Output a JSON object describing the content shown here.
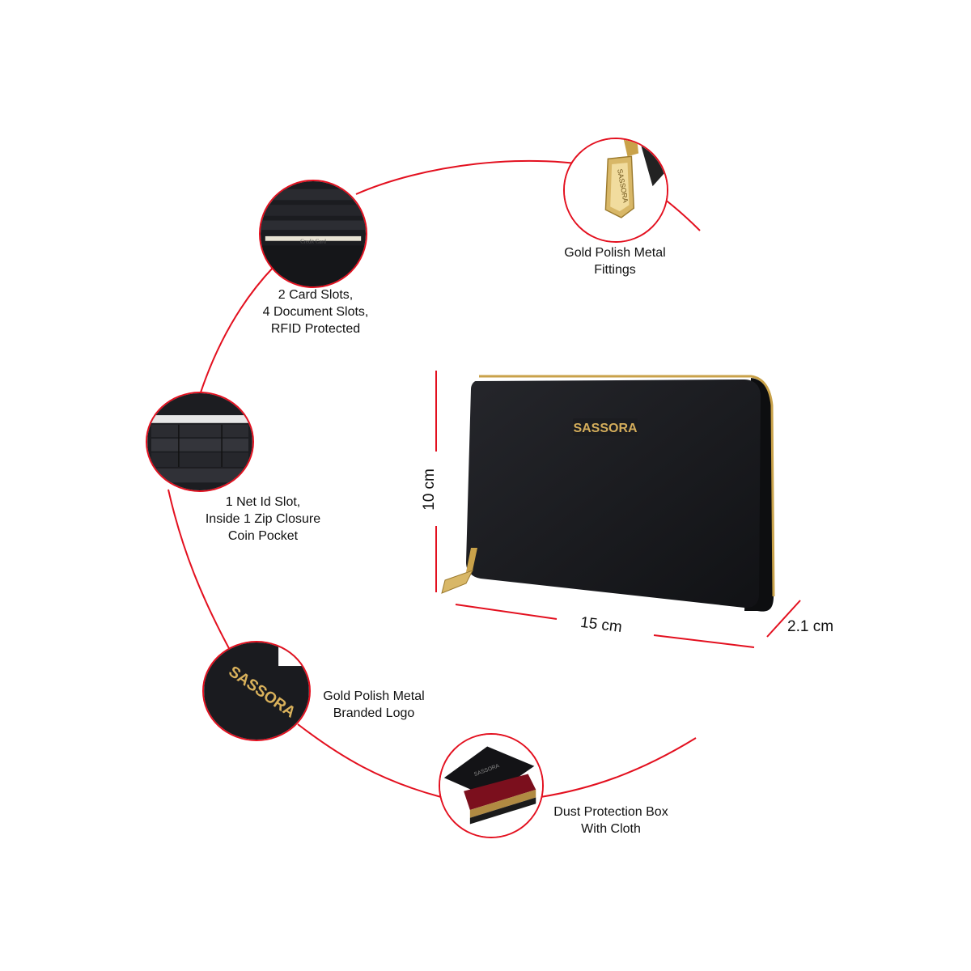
{
  "features": {
    "fittings": {
      "lines": [
        "Gold Polish Metal",
        "Fittings"
      ],
      "icon": "zipper-pull-icon"
    },
    "card_slots": {
      "lines": [
        "2 Card Slots,",
        "4 Document Slots,",
        "RFID Protected"
      ],
      "icon": "card-slots-icon",
      "card_text": "Credit Card"
    },
    "id_slot": {
      "lines": [
        "1 Net Id Slot,",
        "Inside 1 Zip Closure",
        "Coin Pocket"
      ],
      "icon": "wallet-interior-icon"
    },
    "logo": {
      "lines": [
        "Gold Polish Metal",
        "Branded Logo"
      ],
      "icon": "brand-logo-icon",
      "logo_text": "SASSORA"
    },
    "box": {
      "lines": [
        "Dust Protection Box",
        "With Cloth"
      ],
      "icon": "gift-box-icon",
      "box_text": "SASSORA"
    }
  },
  "product": {
    "brand": "SASSORA",
    "zip_pull_text": "SASSORA"
  },
  "dimensions": {
    "height": "10 cm",
    "width": "15 cm",
    "depth": "2.1 cm"
  },
  "colors": {
    "accent": "#e3101f",
    "leather": "#17181b",
    "gold": "#c9a24a"
  }
}
